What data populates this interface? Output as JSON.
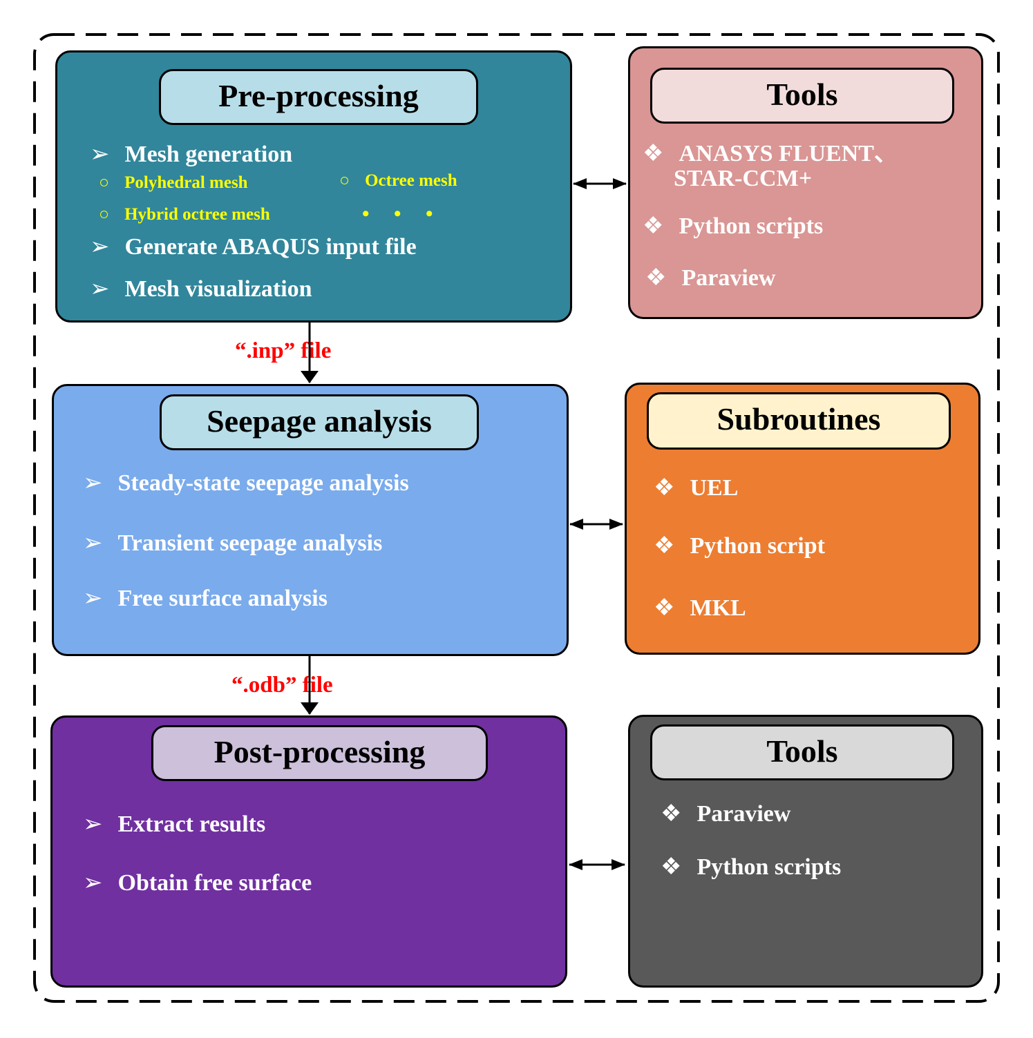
{
  "colors": {
    "pre": "#31869b",
    "pre_title": "#b7dde8",
    "tools1": "#d99694",
    "tools1_title": "#f2dcdb",
    "seep": "#7aabec",
    "seep_title": "#b7dde8",
    "sub": "#ed7d31",
    "sub_title": "#fff2cc",
    "post": "#7030a0",
    "post_title": "#ccc0da",
    "tools2": "#595959",
    "tools2_title": "#d9d9d9",
    "flow_label": "#ff0000"
  },
  "icons": {
    "arrow_bullet": "chevron-arrow-icon",
    "diamond_bullet": "four-diamond-icon",
    "circle_bullet": "open-circle-icon"
  },
  "pre": {
    "title": "Pre-processing",
    "items": [
      "Mesh generation",
      "Generate ABAQUS input file",
      "Mesh visualization"
    ],
    "mesh_types": [
      "Polyhedral mesh",
      "Octree mesh",
      "Hybrid octree mesh"
    ],
    "ellipsis": "• • •"
  },
  "tools1": {
    "title": "Tools",
    "items": [
      "ANASYS FLUENT、",
      "STAR-CCM+",
      "Python scripts",
      "Paraview"
    ]
  },
  "inp_label": "“.inp” file",
  "seep": {
    "title": "Seepage analysis",
    "items": [
      "Steady-state seepage analysis",
      "Transient seepage analysis",
      "Free surface analysis"
    ]
  },
  "subroutines": {
    "title": "Subroutines",
    "items": [
      "UEL",
      "Python script",
      "MKL"
    ]
  },
  "odb_label": "“.odb” file",
  "post": {
    "title": "Post-processing",
    "items": [
      "Extract results",
      "Obtain free surface"
    ]
  },
  "tools2": {
    "title": "Tools",
    "items": [
      "Paraview",
      "Python scripts"
    ]
  }
}
